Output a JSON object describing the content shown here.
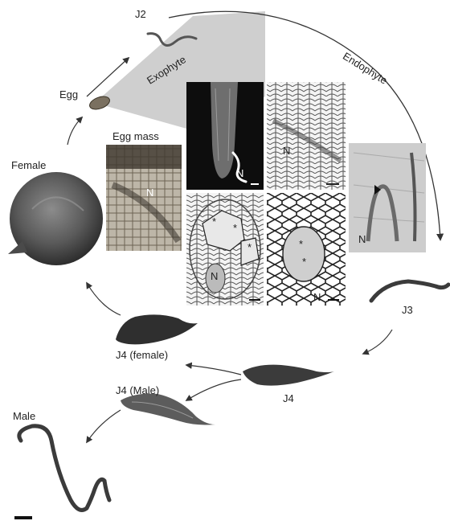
{
  "labels": {
    "j2": "J2",
    "exophyte": "Exophyte",
    "endophyte": "Endophyte",
    "egg": "Egg",
    "egg_mass": "Egg mass",
    "female": "Female",
    "j3": "J3",
    "j4": "J4",
    "j4_female": "J4 (female)",
    "j4_male": "J4 (Male)",
    "male": "Male",
    "nematode_marker": "N",
    "cell_marker": "*"
  },
  "colors": {
    "shade": "#cfcfcf",
    "arrow": "#333333",
    "nematode_body": "#3b3b3b"
  }
}
